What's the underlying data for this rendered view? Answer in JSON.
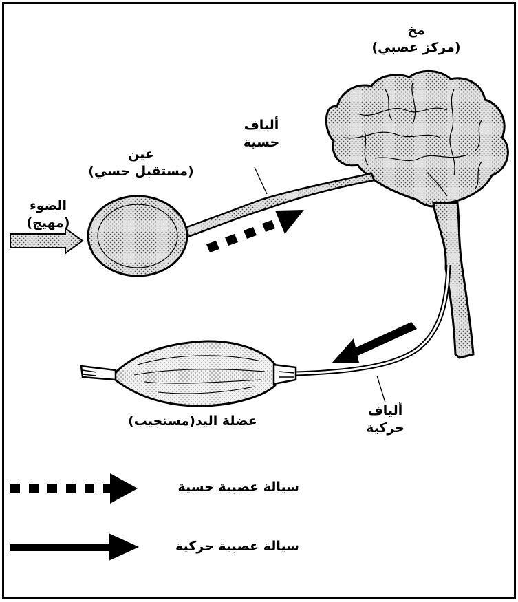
{
  "labels": {
    "brain_title": "مخ",
    "brain_sub": "(مركز عصبي)",
    "eye_title": "عين",
    "eye_sub": "(مستقبل حسي)",
    "light_title": "الضوء",
    "light_sub": "(مهيج)",
    "sensory_fibers_1": "ألياف",
    "sensory_fibers_2": "حسية",
    "motor_fibers_1": "ألياف",
    "motor_fibers_2": "حركية",
    "muscle": "عضلة اليد(مستجيب)"
  },
  "legend": {
    "sensory_impulse": "سيالة عصبية حسية",
    "motor_impulse": "سيالة عصبية حركية"
  }
}
